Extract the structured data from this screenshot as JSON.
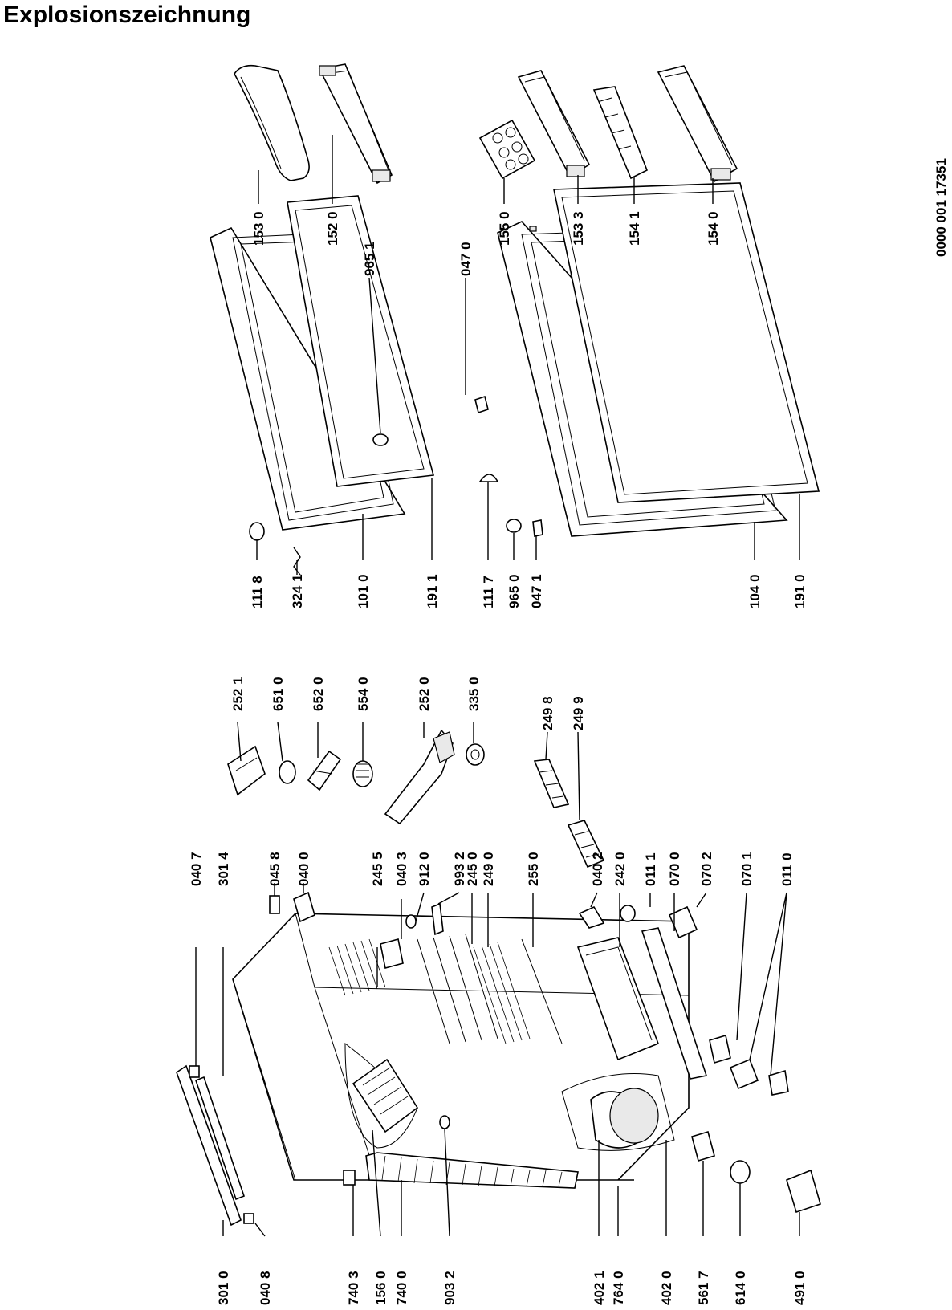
{
  "title": "Explosionszeichnung",
  "document_number": "0000 001 17351",
  "labels": {
    "p1530": "153 0",
    "p1520": "152 0",
    "p9651": "965 1",
    "p0470": "047 0",
    "p1550": "155 0",
    "p1533": "153 3",
    "p1541": "154 1",
    "p1540": "154 0",
    "p1118": "111 8",
    "p3241": "324 1",
    "p1010": "101 0",
    "p1911": "191 1",
    "p1117": "111 7",
    "p9650": "965 0",
    "p0471": "047 1",
    "p1040": "104 0",
    "p1910": "191 0",
    "p2521": "252 1",
    "p6510": "651 0",
    "p6520": "652 0",
    "p5540": "554 0",
    "p2520": "252 0",
    "p3350": "335 0",
    "p2498": "249 8",
    "p2499": "249 9",
    "p0407": "040 7",
    "p3014": "301 4",
    "p0458": "045 8",
    "p0400": "040 0",
    "p2455": "245 5",
    "p0403": "040 3",
    "p9120": "912 0",
    "p9932": "993 2",
    "p2450": "245 0",
    "p2490": "249 0",
    "p2550": "255 0",
    "p0402": "040 2",
    "p2420": "242 0",
    "p0111": "011 1",
    "p0700": "070 0",
    "p0702": "070 2",
    "p0701": "070 1",
    "p0110": "011 0",
    "p3010": "301 0",
    "p0408": "040 8",
    "p7403": "740 3",
    "p1560": "156 0",
    "p7400": "740 0",
    "p9032": "903 2",
    "p4021": "402 1",
    "p7640": "764 0",
    "p4020": "402 0",
    "p5617": "561 7",
    "p6140": "614 0",
    "p4910": "491 0"
  }
}
